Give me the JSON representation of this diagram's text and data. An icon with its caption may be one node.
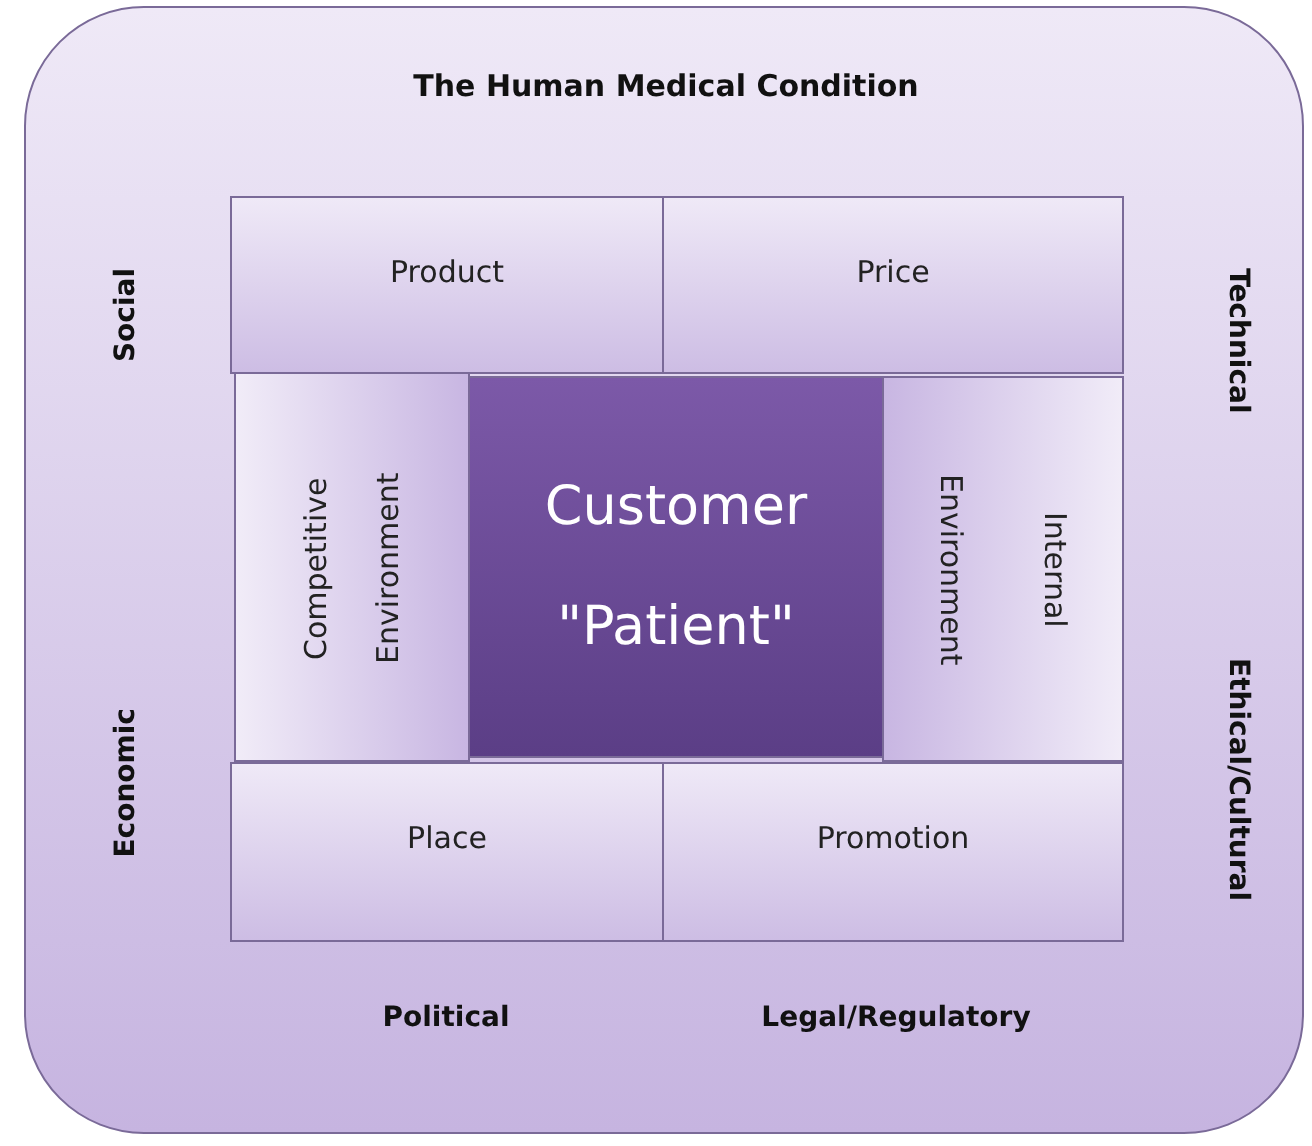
{
  "diagram": {
    "nodes": [
      {
        "text": [
          "The Human Medical Condition",
          "Social",
          "Technical",
          "Economic",
          "Ethical/Cultural",
          "Political",
          "Legal/Regulatory"
        ]
      },
      {
        "text": [
          "Product"
        ],
        "in": 0
      },
      {
        "text": [
          "Price"
        ],
        "in": 0
      },
      {
        "text": [
          "Competitive Environment"
        ],
        "in": 0
      },
      {
        "text": [
          "Customer \"Patient\""
        ],
        "in": 0
      },
      {
        "text": [
          "Internal Environment"
        ],
        "in": 0
      },
      {
        "text": [
          "Place"
        ],
        "in": 0
      },
      {
        "text": [
          "Promotion"
        ],
        "in": 0
      }
    ]
  }
}
